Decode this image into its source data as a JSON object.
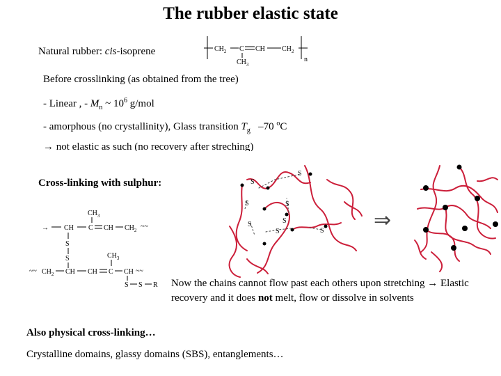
{
  "title": "The rubber elastic state",
  "natural_rubber": {
    "prefix": "Natural rubber: ",
    "italic": "cis",
    "suffix": "-isoprene"
  },
  "monomer": {
    "ch2_left": "CH",
    "c": "C",
    "ch": "CH",
    "ch2_right": "CH",
    "ch3": "CH",
    "sub2": "2",
    "sub3": "3",
    "n": "n"
  },
  "before": {
    "line1": "Before crosslinking (as obtained from the tree)",
    "line2_prefix": "- Linear , - ",
    "line2_M": "M",
    "line2_sub": "n",
    "line2_mid": " ~ 10",
    "line2_sup": "6",
    "line2_unit": " g/mol",
    "line3_prefix": "- amorphous (no crystallinity), Glass transition ",
    "line3_T": "T",
    "line3_sub": "g",
    "line3_value": "   –70 ",
    "line3_sup": "o",
    "line3_unit": "C",
    "line4_arrow": "→",
    "line4_text": " not elastic as such (no recovery after streching)"
  },
  "crosslink_title": "Cross-linking with sulphur:",
  "structure": {
    "arrow_dash": "→",
    "ch": "CH",
    "c": "C",
    "ch_eq": "CH",
    "ch2": "CH",
    "ch3": "CH",
    "s": "S",
    "r": "R",
    "tilde": "~~",
    "sub2": "2",
    "sub3": "3"
  },
  "description": {
    "part1": "Now the chains cannot flow past each others upon stretching ",
    "arrow": "→",
    "part2": " Elastic recovery and it does ",
    "bold": "not",
    "part3": " melt, flow or dissolve in solvents"
  },
  "also": "Also physical cross-linking…",
  "domains": "Crystalline domains, glassy domains (SBS), entanglements…",
  "diagram": {
    "s_label": "S",
    "arrow_symbol": "⇒",
    "chain_color": "#cc1f3a",
    "node_color": "#000000"
  }
}
